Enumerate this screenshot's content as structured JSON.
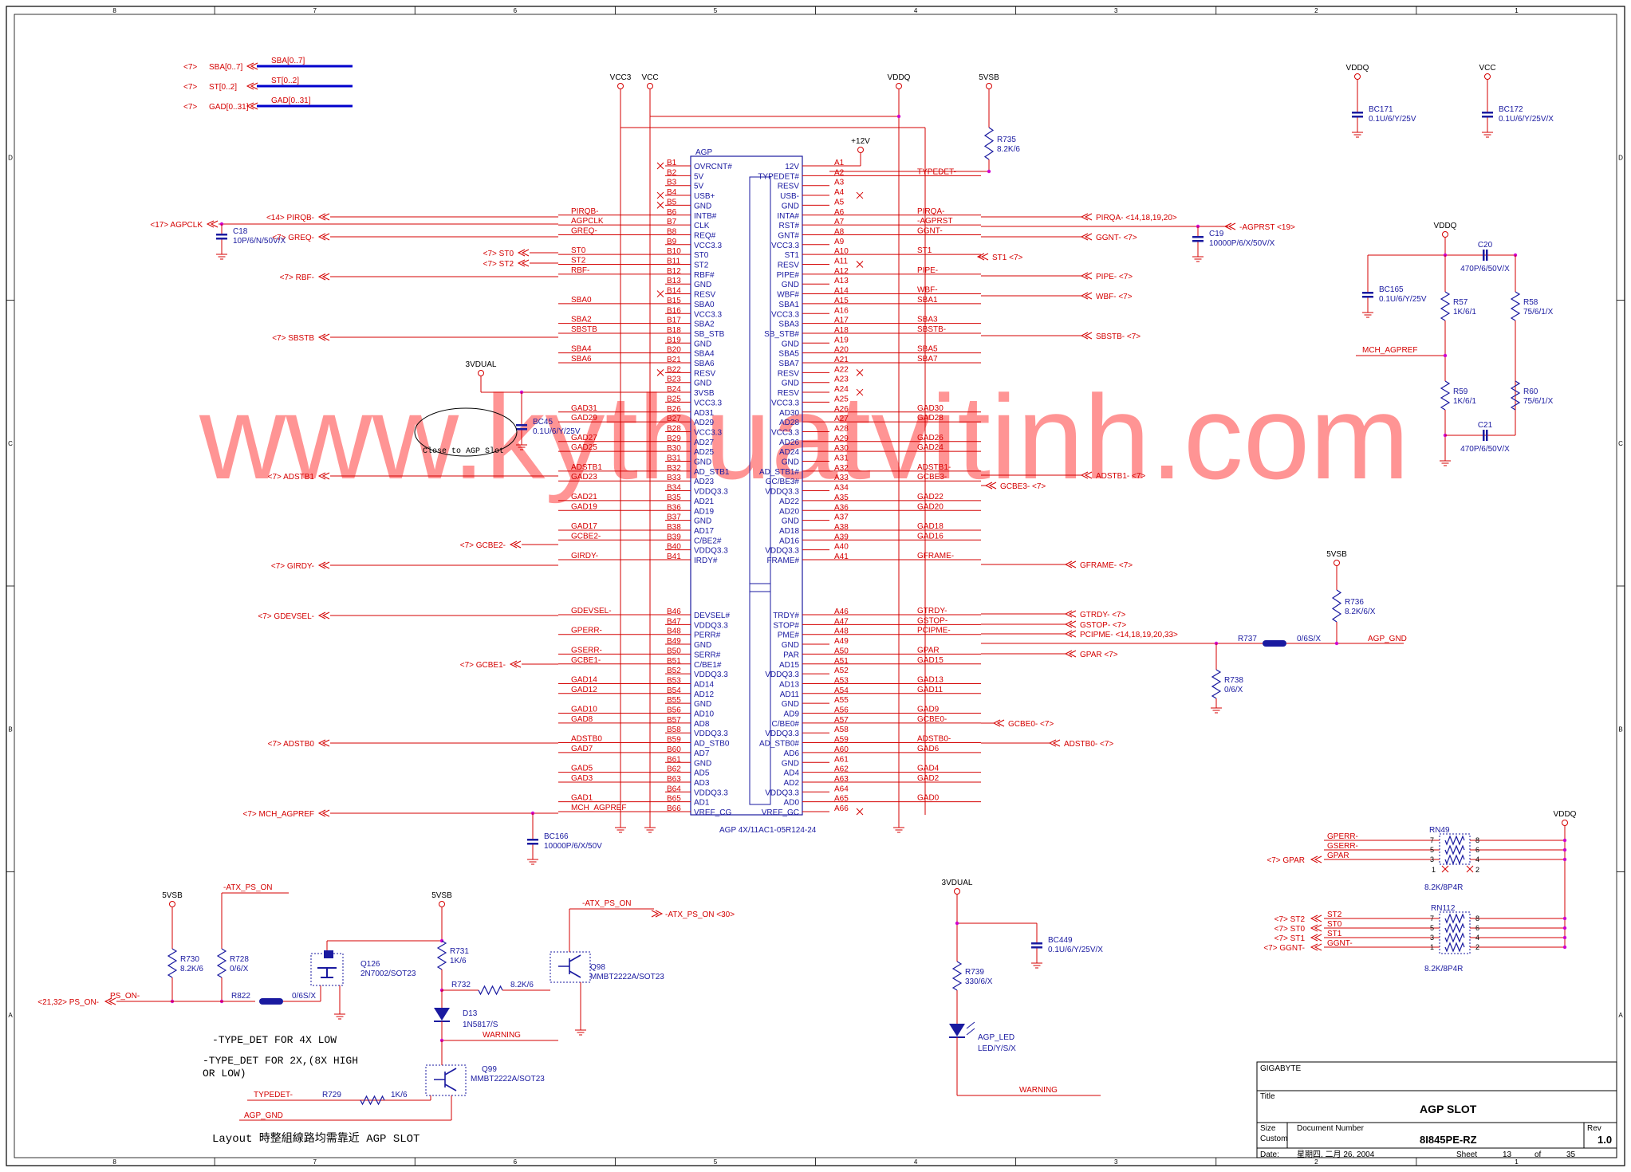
{
  "colors": {
    "wire": "#d40000",
    "part": "#1a1aa0",
    "frame": "#000000",
    "bus": "#0000cc",
    "watermark": "#ff0000"
  },
  "watermark": "www.kythuatvitinh.com",
  "border": {
    "cols": [
      "8",
      "7",
      "6",
      "5",
      "4",
      "3",
      "2",
      "1"
    ],
    "rows": [
      "D",
      "C",
      "B",
      "A"
    ]
  },
  "title_block": {
    "company": "GIGABYTE",
    "title_label": "Title",
    "title": "AGP SLOT",
    "size_label": "Size",
    "size": "Custom",
    "docnum_label": "Document Number",
    "docnum": "8I845PE-RZ",
    "rev_label": "Rev",
    "rev": "1.0",
    "date_label": "Date:",
    "date": "星期四, 二月 26, 2004",
    "sheet_label": "Sheet",
    "sheet": "13",
    "of_label": "of",
    "of": "35"
  },
  "buses": [
    {
      "ref": "<7>",
      "name": "SBA[0..7]",
      "label": "SBA[0..7]"
    },
    {
      "ref": "<7>",
      "name": "ST[0..2]",
      "label": "ST[0..2]"
    },
    {
      "ref": "<7>",
      "name": "GAD[0..31]",
      "label": "GAD[0..31]"
    }
  ],
  "connector": {
    "ref": "AGP",
    "part": "AGP 4X/11AC1-05R124-24",
    "b_pins": [
      {
        "pin": "B1",
        "name": "OVRCNT#",
        "net": "",
        "nc": true
      },
      {
        "pin": "B2",
        "name": "5V",
        "net": ""
      },
      {
        "pin": "B3",
        "name": "5V",
        "net": ""
      },
      {
        "pin": "B4",
        "name": "USB+",
        "net": "",
        "nc": true
      },
      {
        "pin": "B5",
        "name": "GND",
        "net": "",
        "nc": true
      },
      {
        "pin": "B6",
        "name": "INTB#",
        "net": "PIRQB-"
      },
      {
        "pin": "B7",
        "name": "CLK",
        "net": "AGPCLK"
      },
      {
        "pin": "B8",
        "name": "REQ#",
        "net": "GREQ-"
      },
      {
        "pin": "B9",
        "name": "VCC3.3",
        "net": ""
      },
      {
        "pin": "B10",
        "name": "ST0",
        "net": "ST0"
      },
      {
        "pin": "B11",
        "name": "ST2",
        "net": "ST2"
      },
      {
        "pin": "B12",
        "name": "RBF#",
        "net": "RBF-"
      },
      {
        "pin": "B13",
        "name": "GND",
        "net": ""
      },
      {
        "pin": "B14",
        "name": "RESV",
        "net": "",
        "nc": true
      },
      {
        "pin": "B15",
        "name": "SBA0",
        "net": "SBA0"
      },
      {
        "pin": "B16",
        "name": "VCC3.3",
        "net": ""
      },
      {
        "pin": "B17",
        "name": "SBA2",
        "net": "SBA2"
      },
      {
        "pin": "B18",
        "name": "SB_STB",
        "net": "SBSTB"
      },
      {
        "pin": "B19",
        "name": "GND",
        "net": ""
      },
      {
        "pin": "B20",
        "name": "SBA4",
        "net": "SBA4"
      },
      {
        "pin": "B21",
        "name": "SBA6",
        "net": "SBA6"
      },
      {
        "pin": "B22",
        "name": "RESV",
        "net": "",
        "nc": true
      },
      {
        "pin": "B23",
        "name": "GND",
        "net": ""
      },
      {
        "pin": "B24",
        "name": "3VSB",
        "net": ""
      },
      {
        "pin": "B25",
        "name": "VCC3.3",
        "net": ""
      },
      {
        "pin": "B26",
        "name": "AD31",
        "net": "GAD31"
      },
      {
        "pin": "B27",
        "name": "AD29",
        "net": "GAD29"
      },
      {
        "pin": "B28",
        "name": "VCC3.3",
        "net": ""
      },
      {
        "pin": "B29",
        "name": "AD27",
        "net": "GAD27"
      },
      {
        "pin": "B30",
        "name": "AD25",
        "net": "GAD25"
      },
      {
        "pin": "B31",
        "name": "GND",
        "net": ""
      },
      {
        "pin": "B32",
        "name": "AD_STB1",
        "net": "ADSTB1"
      },
      {
        "pin": "B33",
        "name": "AD23",
        "net": "GAD23"
      },
      {
        "pin": "B34",
        "name": "VDDQ3.3",
        "net": ""
      },
      {
        "pin": "B35",
        "name": "AD21",
        "net": "GAD21"
      },
      {
        "pin": "B36",
        "name": "AD19",
        "net": "GAD19"
      },
      {
        "pin": "B37",
        "name": "GND",
        "net": ""
      },
      {
        "pin": "B38",
        "name": "AD17",
        "net": "GAD17"
      },
      {
        "pin": "B39",
        "name": "C/BE2#",
        "net": "GCBE2-"
      },
      {
        "pin": "B40",
        "name": "VDDQ3.3",
        "net": ""
      },
      {
        "pin": "B41",
        "name": "IRDY#",
        "net": "GIRDY-"
      },
      {
        "pin": "B46",
        "name": "DEVSEL#",
        "net": "GDEVSEL-"
      },
      {
        "pin": "B47",
        "name": "VDDQ3.3",
        "net": ""
      },
      {
        "pin": "B48",
        "name": "PERR#",
        "net": "GPERR-"
      },
      {
        "pin": "B49",
        "name": "GND",
        "net": ""
      },
      {
        "pin": "B50",
        "name": "SERR#",
        "net": "GSERR-"
      },
      {
        "pin": "B51",
        "name": "C/BE1#",
        "net": "GCBE1-"
      },
      {
        "pin": "B52",
        "name": "VDDQ3.3",
        "net": ""
      },
      {
        "pin": "B53",
        "name": "AD14",
        "net": "GAD14"
      },
      {
        "pin": "B54",
        "name": "AD12",
        "net": "GAD12"
      },
      {
        "pin": "B55",
        "name": "GND",
        "net": ""
      },
      {
        "pin": "B56",
        "name": "AD10",
        "net": "GAD10"
      },
      {
        "pin": "B57",
        "name": "AD8",
        "net": "GAD8"
      },
      {
        "pin": "B58",
        "name": "VDDQ3.3",
        "net": ""
      },
      {
        "pin": "B59",
        "name": "AD_STB0",
        "net": "ADSTB0"
      },
      {
        "pin": "B60",
        "name": "AD7",
        "net": "GAD7"
      },
      {
        "pin": "B61",
        "name": "GND",
        "net": ""
      },
      {
        "pin": "B62",
        "name": "AD5",
        "net": "GAD5"
      },
      {
        "pin": "B63",
        "name": "AD3",
        "net": "GAD3"
      },
      {
        "pin": "B64",
        "name": "VDDQ3.3",
        "net": ""
      },
      {
        "pin": "B65",
        "name": "AD1",
        "net": "GAD1"
      },
      {
        "pin": "B66",
        "name": "VREF_CG",
        "net": "MCH_AGPREF"
      }
    ],
    "a_pins": [
      {
        "pin": "A1",
        "name": "12V",
        "net": ""
      },
      {
        "pin": "A2",
        "name": "TYPEDET#",
        "net": "TYPEDET-"
      },
      {
        "pin": "A3",
        "name": "RESV",
        "net": ""
      },
      {
        "pin": "A4",
        "name": "USB-",
        "net": "",
        "nc": true
      },
      {
        "pin": "A5",
        "name": "GND",
        "net": ""
      },
      {
        "pin": "A6",
        "name": "INTA#",
        "net": "PIRQA-"
      },
      {
        "pin": "A7",
        "name": "RST#",
        "net": "-AGPRST"
      },
      {
        "pin": "A8",
        "name": "GNT#",
        "net": "GGNT-"
      },
      {
        "pin": "A9",
        "name": "VCC3.3",
        "net": ""
      },
      {
        "pin": "A10",
        "name": "ST1",
        "net": "ST1"
      },
      {
        "pin": "A11",
        "name": "RESV",
        "net": "",
        "nc": true
      },
      {
        "pin": "A12",
        "name": "PIPE#",
        "net": "PIPE-"
      },
      {
        "pin": "A13",
        "name": "GND",
        "net": ""
      },
      {
        "pin": "A14",
        "name": "WBF#",
        "net": "WBF-"
      },
      {
        "pin": "A15",
        "name": "SBA1",
        "net": "SBA1"
      },
      {
        "pin": "A16",
        "name": "VCC3.3",
        "net": ""
      },
      {
        "pin": "A17",
        "name": "SBA3",
        "net": "SBA3"
      },
      {
        "pin": "A18",
        "name": "SB_STB#",
        "net": "SBSTB-"
      },
      {
        "pin": "A19",
        "name": "GND",
        "net": ""
      },
      {
        "pin": "A20",
        "name": "SBA5",
        "net": "SBA5"
      },
      {
        "pin": "A21",
        "name": "SBA7",
        "net": "SBA7"
      },
      {
        "pin": "A22",
        "name": "RESV",
        "net": "",
        "nc": true
      },
      {
        "pin": "A23",
        "name": "GND",
        "net": ""
      },
      {
        "pin": "A24",
        "name": "RESV",
        "net": "",
        "nc": true
      },
      {
        "pin": "A25",
        "name": "VCC3.3",
        "net": ""
      },
      {
        "pin": "A26",
        "name": "AD30",
        "net": "GAD30"
      },
      {
        "pin": "A27",
        "name": "AD28",
        "net": "GAD28"
      },
      {
        "pin": "A28",
        "name": "VCC3.3",
        "net": ""
      },
      {
        "pin": "A29",
        "name": "AD26",
        "net": "GAD26"
      },
      {
        "pin": "A30",
        "name": "AD24",
        "net": "GAD24"
      },
      {
        "pin": "A31",
        "name": "GND",
        "net": ""
      },
      {
        "pin": "A32",
        "name": "AD_STB1#",
        "net": "ADSTB1-"
      },
      {
        "pin": "A33",
        "name": "GC/BE3#",
        "net": "GCBE3-"
      },
      {
        "pin": "A34",
        "name": "VDDQ3.3",
        "net": ""
      },
      {
        "pin": "A35",
        "name": "AD22",
        "net": "GAD22"
      },
      {
        "pin": "A36",
        "name": "AD20",
        "net": "GAD20"
      },
      {
        "pin": "A37",
        "name": "GND",
        "net": ""
      },
      {
        "pin": "A38",
        "name": "AD18",
        "net": "GAD18"
      },
      {
        "pin": "A39",
        "name": "AD16",
        "net": "GAD16"
      },
      {
        "pin": "A40",
        "name": "VDDQ3.3",
        "net": ""
      },
      {
        "pin": "A41",
        "name": "FRAME#",
        "net": "GFRAME-"
      },
      {
        "pin": "A46",
        "name": "TRDY#",
        "net": "GTRDY-"
      },
      {
        "pin": "A47",
        "name": "STOP#",
        "net": "GSTOP-"
      },
      {
        "pin": "A48",
        "name": "PME#",
        "net": "PCIPME-"
      },
      {
        "pin": "A49",
        "name": "GND",
        "net": ""
      },
      {
        "pin": "A50",
        "name": "PAR",
        "net": "GPAR"
      },
      {
        "pin": "A51",
        "name": "AD15",
        "net": "GAD15"
      },
      {
        "pin": "A52",
        "name": "VDDQ3.3",
        "net": ""
      },
      {
        "pin": "A53",
        "name": "AD13",
        "net": "GAD13"
      },
      {
        "pin": "A54",
        "name": "AD11",
        "net": "GAD11"
      },
      {
        "pin": "A55",
        "name": "GND",
        "net": ""
      },
      {
        "pin": "A56",
        "name": "AD9",
        "net": "GAD9"
      },
      {
        "pin": "A57",
        "name": "C/BE0#",
        "net": "GCBE0-"
      },
      {
        "pin": "A58",
        "name": "VDDQ3.3",
        "net": ""
      },
      {
        "pin": "A59",
        "name": "AD_STB0#",
        "net": "ADSTB0-"
      },
      {
        "pin": "A60",
        "name": "AD6",
        "net": "GAD6"
      },
      {
        "pin": "A61",
        "name": "GND",
        "net": ""
      },
      {
        "pin": "A62",
        "name": "AD4",
        "net": "GAD4"
      },
      {
        "pin": "A63",
        "name": "AD2",
        "net": "GAD2"
      },
      {
        "pin": "A64",
        "name": "VDDQ3.3",
        "net": ""
      },
      {
        "pin": "A65",
        "name": "AD0",
        "net": "GAD0"
      },
      {
        "pin": "A66",
        "name": "VREF_GC",
        "net": "",
        "nc": true
      }
    ]
  },
  "offpage_left": [
    {
      "net": "AGPCLK",
      "label": "<17> AGPCLK"
    },
    {
      "net": "PIRQB-",
      "label": "<14> PIRQB-"
    },
    {
      "net": "GREQ-",
      "label": "<7> GREQ-"
    },
    {
      "net": "ST0",
      "label": "<7> ST0"
    },
    {
      "net": "ST2",
      "label": "<7> ST2"
    },
    {
      "net": "RBF-",
      "label": "<7> RBF-"
    },
    {
      "net": "SBSTB",
      "label": "<7> SBSTB"
    },
    {
      "net": "ADSTB1",
      "label": "<7> ADSTB1"
    },
    {
      "net": "GCBE2-",
      "label": "<7> GCBE2-"
    },
    {
      "net": "GIRDY-",
      "label": "<7> GIRDY-"
    },
    {
      "net": "GDEVSEL-",
      "label": "<7> GDEVSEL-"
    },
    {
      "net": "GCBE1-",
      "label": "<7> GCBE1-"
    },
    {
      "net": "ADSTB0",
      "label": "<7> ADSTB0"
    },
    {
      "net": "MCH_AGPREF",
      "label": "<7> MCH_AGPREF"
    }
  ],
  "offpage_right": [
    {
      "net": "PIRQA-",
      "label": "PIRQA- <14,18,19,20>"
    },
    {
      "net": "-AGPRST",
      "label": "-AGPRST <19>"
    },
    {
      "net": "GGNT-",
      "label": "GGNT- <7>"
    },
    {
      "net": "ST1",
      "label": "ST1 <7>"
    },
    {
      "net": "PIPE-",
      "label": "PIPE- <7>"
    },
    {
      "net": "WBF-",
      "label": "WBF- <7>"
    },
    {
      "net": "SBSTB-",
      "label": "SBSTB- <7>"
    },
    {
      "net": "ADSTB1-",
      "label": "ADSTB1- <7>"
    },
    {
      "net": "GCBE3-",
      "label": "GCBE3- <7>"
    },
    {
      "net": "GFRAME-",
      "label": "GFRAME- <7>"
    },
    {
      "net": "GTRDY-",
      "label": "GTRDY- <7>"
    },
    {
      "net": "GSTOP-",
      "label": "GSTOP- <7>"
    },
    {
      "net": "PCIPME-",
      "label": "PCIPME- <14,18,19,20,33>"
    },
    {
      "net": "GPAR",
      "label": "GPAR <7>"
    },
    {
      "net": "GCBE0-",
      "label": "GCBE0- <7>"
    },
    {
      "net": "ADSTB0-",
      "label": "ADSTB0- <7>"
    }
  ],
  "rails": {
    "vcc3": "VCC3",
    "vcc": "VCC",
    "vddq": "VDDQ",
    "5vsb": "5VSB",
    "p12v": "+12V",
    "3vdual": "3VDUAL"
  },
  "components": {
    "C18": {
      "ref": "C18",
      "val": "10P/6/N/50V/X"
    },
    "C19": {
      "ref": "C19",
      "val": "10000P/6/X/50V/X"
    },
    "BC45": {
      "ref": "BC45",
      "val": "0.1U/6/Y/25V"
    },
    "BC166": {
      "ref": "BC166",
      "val": "10000P/6/X/50V"
    },
    "R735": {
      "ref": "R735",
      "val": "8.2K/6"
    },
    "BC171": {
      "ref": "BC171",
      "val": "0.1U/6/Y/25V"
    },
    "BC172": {
      "ref": "BC172",
      "val": "0.1U/6/Y/25V/X"
    },
    "C20": {
      "ref": "C20",
      "val": "470P/6/50V/X"
    },
    "BC165": {
      "ref": "BC165",
      "val": "0.1U/6/Y/25V"
    },
    "R57": {
      "ref": "R57",
      "val": "1K/6/1"
    },
    "R58": {
      "ref": "R58",
      "val": "75/6/1/X"
    },
    "R59": {
      "ref": "R59",
      "val": "1K/6/1"
    },
    "R60": {
      "ref": "R60",
      "val": "75/6/1/X"
    },
    "C21": {
      "ref": "C21",
      "val": "470P/6/50V/X"
    },
    "R736": {
      "ref": "R736",
      "val": "8.2K/6/X"
    },
    "R737": {
      "ref": "R737",
      "val": "0/6S/X"
    },
    "R738": {
      "ref": "R738",
      "val": "0/6/X"
    },
    "RN49": {
      "ref": "RN49",
      "val": "8.2K/8P4R"
    },
    "RN112": {
      "ref": "RN112",
      "val": "8.2K/8P4R"
    },
    "R730": {
      "ref": "R730",
      "val": "8.2K/6"
    },
    "R728": {
      "ref": "R728",
      "val": "0/6/X"
    },
    "Q126": {
      "ref": "Q126",
      "val": "2N7002/SOT23"
    },
    "R822": {
      "ref": "R822",
      "val": "0/6S/X"
    },
    "R731": {
      "ref": "R731",
      "val": "1K/6"
    },
    "R732": {
      "ref": "R732",
      "val": "8.2K/6"
    },
    "D13": {
      "ref": "D13",
      "val": "1N5817/S"
    },
    "Q98": {
      "ref": "Q98",
      "val": "MMBT2222A/SOT23"
    },
    "Q99": {
      "ref": "Q99",
      "val": "MMBT2222A/SOT23"
    },
    "R729": {
      "ref": "R729",
      "val": "1K/6"
    },
    "BC449": {
      "ref": "BC449",
      "val": "0.1U/6/Y/25V/X"
    },
    "R739": {
      "ref": "R739",
      "val": "330/6/X"
    },
    "AGP_LED": {
      "ref": "AGP_LED",
      "val": "LED/Y/S/X"
    }
  },
  "nets": {
    "typedet": "TYPEDET-",
    "mch_agpref": "MCH_AGPREF",
    "agp_gnd": "AGP_GND",
    "gperr": "GPERR-",
    "gserr": "GSERR-",
    "gpar": "GPAR",
    "gpar_ref": "<7> GPAR",
    "st2_ref": "<7> ST2",
    "st0_ref": "<7> ST0",
    "st1_ref": "<7> ST1",
    "ggnt_ref": "<7> GGNT-",
    "st2": "ST2",
    "st0": "ST0",
    "st1": "ST1",
    "ggnt": "GGNT-",
    "ps_on": "PS_ON-",
    "ps_on_ref": "<21,32> PS_ON-",
    "atx_ps_on": "-ATX_PS_ON",
    "atx_ps_on_ref": "-ATX_PS_ON <30>",
    "warning": "WARNING",
    "agpclk": "AGPCLK"
  },
  "notes": {
    "close_to_slot": "Close to AGP Slot",
    "typedet_4x": "-TYPE_DET FOR 4X LOW",
    "typedet_2x_1": "-TYPE_DET FOR 2X,(8X HIGH",
    "typedet_2x_2": "OR LOW)",
    "layout": "Layout 時整組線路均需靠近 AGP SLOT"
  }
}
